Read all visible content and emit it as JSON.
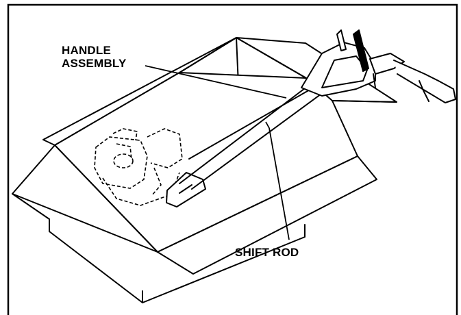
{
  "labels": {
    "handle_line1": "HANDLE",
    "handle_line2": "ASSEMBLY",
    "shift_rod": "SHIFT ROD"
  },
  "colors": {
    "ink": "#000000",
    "paper": "#ffffff"
  }
}
